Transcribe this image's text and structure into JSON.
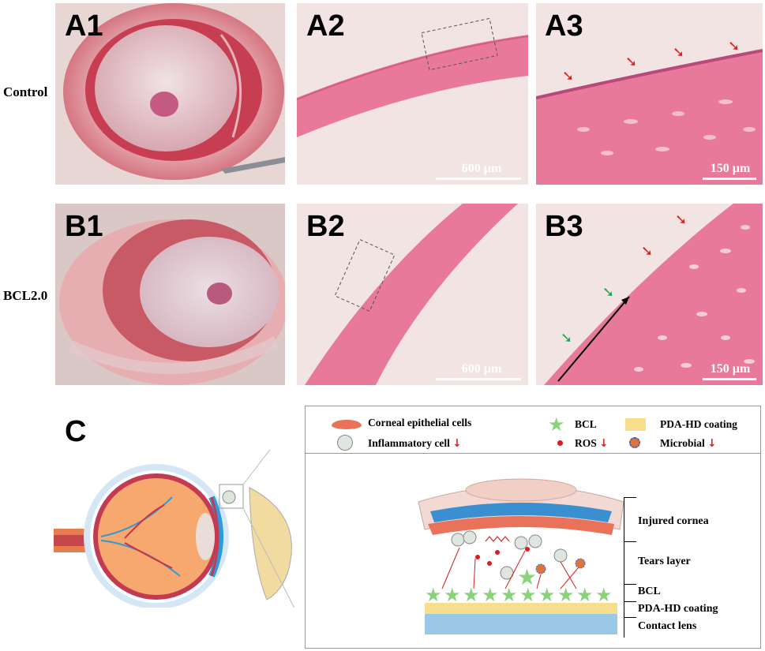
{
  "rows": {
    "control": "Control",
    "bcl": "BCL2.0"
  },
  "panels": {
    "A1": "A1",
    "A2": "A2",
    "A3": "A3",
    "B1": "B1",
    "B2": "B2",
    "B3": "B3",
    "C": "C"
  },
  "scale_bars": {
    "A2": "600 µm",
    "A3": "150 µm",
    "B2": "600 µm",
    "B3": "150 µm"
  },
  "legend": {
    "epithelial": "Corneal epithelial cells",
    "inflammatory": "Inflammatory cell",
    "bcl": "BCL",
    "ros": "ROS",
    "coating": "PDA-HD coating",
    "microbial": "Microbial",
    "down_arrow": "↓"
  },
  "layers": {
    "injured_cornea": "Injured cornea",
    "tears": "Tears layer",
    "bcl": "BCL",
    "coating": "PDA-HD coating",
    "lens": "Contact lens"
  },
  "colors": {
    "tissue_pink": "#e8799a",
    "eye_red": "#c7334a",
    "bcl_green": "#8bd37a",
    "coating_yellow": "#f6de8c",
    "lens_blue": "#9cc8e8",
    "ros_red": "#d81e1e",
    "arrow_red": "#e01b1b",
    "arrow_green": "#1ea64a"
  }
}
